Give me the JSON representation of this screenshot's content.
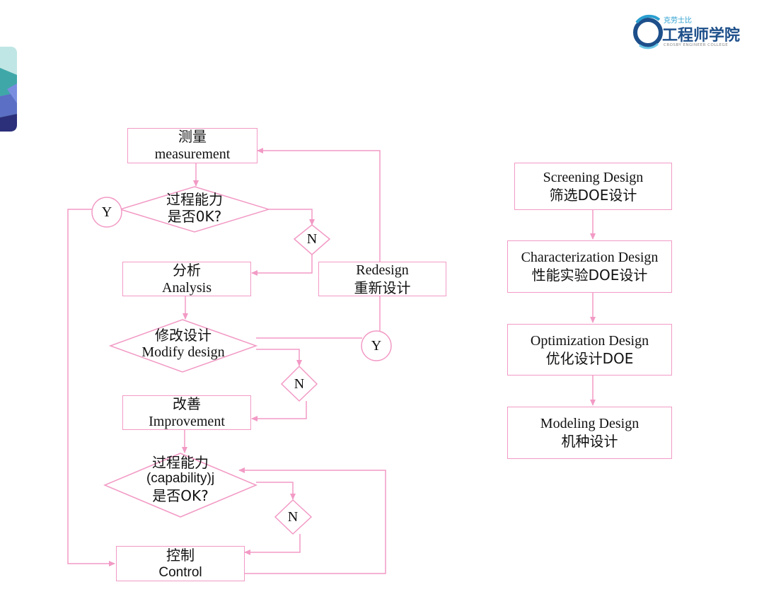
{
  "logo": {
    "small_text": "克劳士比",
    "main_text": "工程师学院",
    "sub_text": "CROSBY ENGINEER COLLEGE",
    "color": "#1d4f8a",
    "accent": "#2b9fd0"
  },
  "flow": {
    "measurement": {
      "zh": "测量",
      "en": "measurement"
    },
    "decision1": {
      "zh1": "过程能力",
      "zh2": "是否0K?"
    },
    "analysis": {
      "zh": "分析",
      "en": "Analysis"
    },
    "redesign": {
      "en": "Redesign",
      "zh": "重新设计"
    },
    "decision2": {
      "zh": "修改设计",
      "en": "Modify design"
    },
    "improvement": {
      "zh": "改善",
      "en": "Improvement"
    },
    "decision3": {
      "zh1": "过程能力",
      "en": "(capability)j",
      "zh2": "是否OK?"
    },
    "control": {
      "zh": "控制",
      "en": "Control"
    },
    "labels": {
      "y": "Y",
      "n": "N"
    }
  },
  "doe": {
    "screening": {
      "en": "Screening Design",
      "zh": "筛选DOE设计"
    },
    "characterization": {
      "en": "Characterization Design",
      "zh": "性能实验DOE设计"
    },
    "optimization": {
      "en": "Optimization Design",
      "zh": "优化设计DOE"
    },
    "modeling": {
      "en": "Modeling Design",
      "zh": "机种设计"
    }
  },
  "colors": {
    "line": "#f29ac5",
    "text": "#111111"
  }
}
